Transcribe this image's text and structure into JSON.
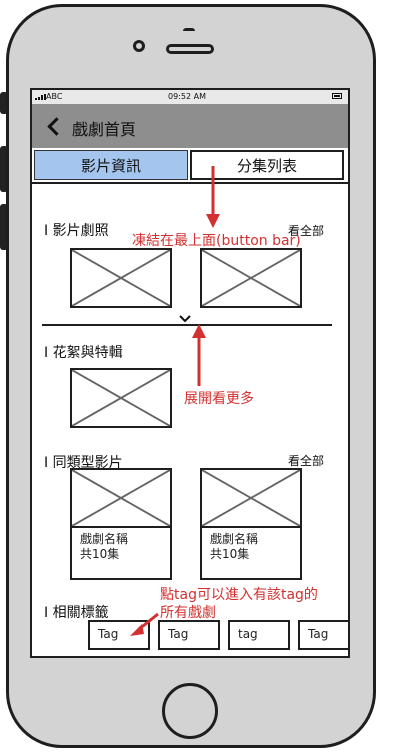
{
  "status": {
    "carrier": "ABC",
    "time": "09:52 AM"
  },
  "nav": {
    "title": "戲劇首頁"
  },
  "tabs": [
    {
      "label": "影片資訊"
    },
    {
      "label": "分集列表"
    }
  ],
  "sections": {
    "stills": {
      "title": "影片劇照",
      "see_all": "看全部"
    },
    "behind": {
      "title": "花絮與特輯"
    },
    "similar": {
      "title": "同類型影片",
      "see_all": "看全部",
      "cards": [
        {
          "name": "戲劇名稱",
          "episodes": "共10集"
        },
        {
          "name": "戲劇名稱",
          "episodes": "共10集"
        }
      ]
    },
    "tags": {
      "title": "相關標籤",
      "items": [
        "Tag",
        "Tag",
        "tag",
        "Tag"
      ]
    }
  },
  "annotations": {
    "freeze": "凍結在最上面(button bar)",
    "expand": "展開看更多",
    "tag_note_1": "點tag可以進入有該tag的",
    "tag_note_2": "所有戲劇"
  },
  "colors": {
    "tab_active": "#a4c6ee",
    "nav_bar": "#8e8e8e",
    "annotation": "#d33030",
    "phone_body": "#d3d3d3"
  }
}
